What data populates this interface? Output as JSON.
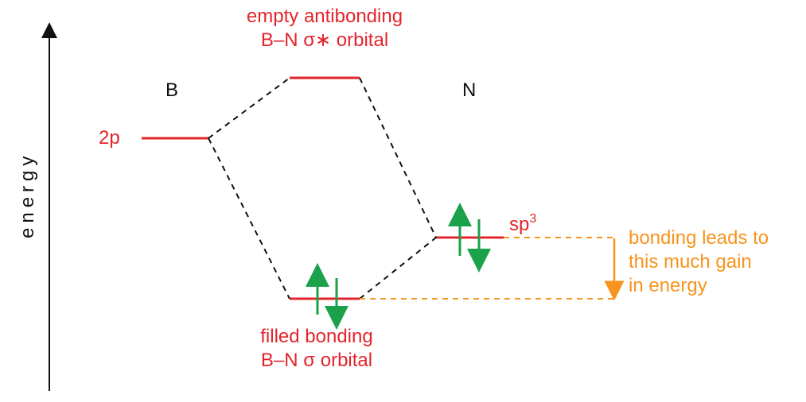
{
  "colors": {
    "level": "#e3242b",
    "connector": "#111111",
    "electron": "#1aa14a",
    "energy_gap": "#f7941d",
    "text_dark": "#111111"
  },
  "axis": {
    "label": "energy"
  },
  "atoms": {
    "left": "B",
    "right": "N"
  },
  "orbitals": {
    "boron": {
      "label": "2p"
    },
    "nitrogen": {
      "label": "sp",
      "superscript": "3"
    },
    "antibonding": {
      "line1": "empty antibonding",
      "line2": "B–N σ∗ orbital"
    },
    "bonding": {
      "line1": "filled bonding",
      "line2": "B–N σ orbital"
    }
  },
  "gain": {
    "lines": [
      "bonding leads to",
      "this much gain",
      "in energy"
    ]
  }
}
